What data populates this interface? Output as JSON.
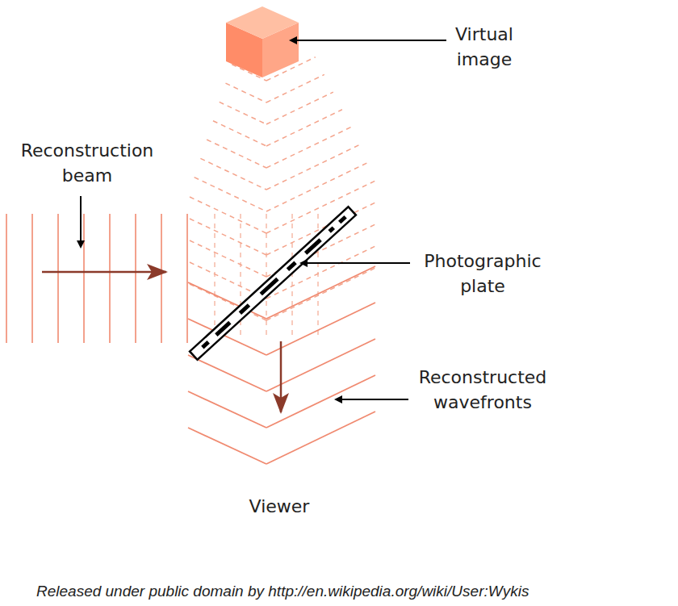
{
  "diagram": {
    "labels": [
      "Virtual image",
      "Reconstruction beam",
      "Photographic plate",
      "Reconstructed wavefronts",
      "Viewer",
      "Released under public domain by http://en.wikipedia.org/wiki/User:Wykis"
    ]
  }
}
